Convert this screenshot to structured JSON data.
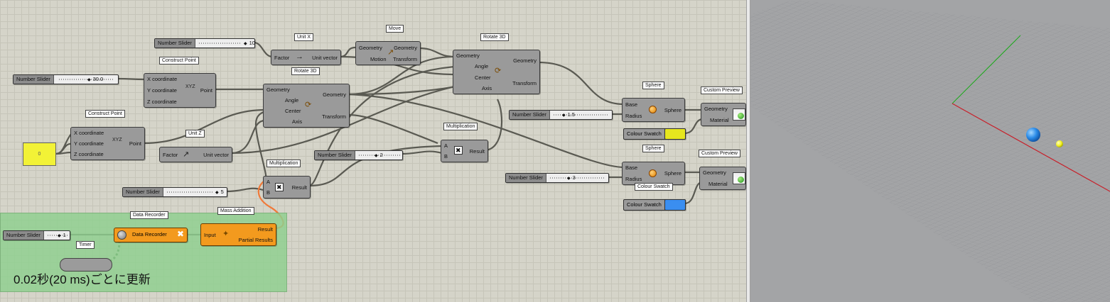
{
  "sliders": [
    {
      "label": "Number Slider",
      "value": "10"
    },
    {
      "label": "Number Slider",
      "value": "30.0"
    },
    {
      "label": "Number Slider",
      "value": "1.5"
    },
    {
      "label": "Number Slider",
      "value": "2"
    },
    {
      "label": "Number Slider",
      "value": "3"
    },
    {
      "label": "Number Slider",
      "value": "5"
    },
    {
      "label": "Number Slider",
      "value": "1"
    }
  ],
  "panel_value": "0",
  "components": {
    "unit_x": {
      "title": "Unit X",
      "input": "Factor",
      "output": "Unit vector"
    },
    "unit_z": {
      "title": "Unit Z",
      "input": "Factor",
      "output": "Unit vector"
    },
    "construct_point_1": {
      "title": "Construct Point",
      "inputs": [
        "X coordinate",
        "Y coordinate",
        "Z coordinate"
      ],
      "output": "Point"
    },
    "construct_point_2": {
      "title": "Construct Point",
      "inputs": [
        "X coordinate",
        "Y coordinate",
        "Z coordinate"
      ],
      "output": "Point"
    },
    "rotate_3d_1": {
      "title": "Rotate 3D",
      "inputs": [
        "Geometry",
        "Angle",
        "Center",
        "Axis"
      ],
      "outputs": [
        "Geometry",
        "Transform"
      ]
    },
    "rotate_3d_2": {
      "title": "Rotate 3D",
      "inputs": [
        "Geometry",
        "Angle",
        "Center",
        "Axis"
      ],
      "outputs": [
        "Geometry",
        "Transform"
      ]
    },
    "move": {
      "title": "Move",
      "inputs": [
        "Geometry",
        "Motion"
      ],
      "outputs": [
        "Geometry",
        "Transform"
      ]
    },
    "mult_1": {
      "title": "Multiplication",
      "inputs": [
        "A",
        "B"
      ],
      "output": "Result"
    },
    "mult_2": {
      "title": "Multiplication",
      "inputs": [
        "A",
        "B"
      ],
      "output": "Result"
    },
    "sphere_1": {
      "title": "Sphere",
      "inputs": [
        "Base",
        "Radius"
      ],
      "output": "Sphere"
    },
    "sphere_2": {
      "title": "Sphere",
      "inputs": [
        "Base",
        "Radius"
      ],
      "output": "Sphere"
    },
    "preview_1": {
      "title": "Custom Preview",
      "inputs": [
        "Geometry",
        "Material"
      ]
    },
    "preview_2": {
      "title": "Custom Preview",
      "inputs": [
        "Geometry",
        "Material"
      ]
    },
    "swatch_1": {
      "label": "Colour Swatch",
      "color": "#e6e61e"
    },
    "swatch_2": {
      "label": "Colour Swatch",
      "title": "Colour Swatch",
      "color": "#3a8ef0"
    },
    "data_recorder": {
      "title": "Data Recorder",
      "label": "Data Recorder"
    },
    "mass_addition": {
      "title": "Mass Addition",
      "input": "Input",
      "outputs": [
        "Result",
        "Partial Results"
      ]
    },
    "timer": {
      "title": "Timer"
    }
  },
  "note": "0.02秒(20 ms)ごとに更新",
  "colors": {
    "canvas": "#d5d4c9",
    "group": "#8fd08f",
    "accent_orange": "#f39a1e",
    "sphere_blue": "#2a8be8",
    "sphere_yellow": "#f2f21e"
  }
}
